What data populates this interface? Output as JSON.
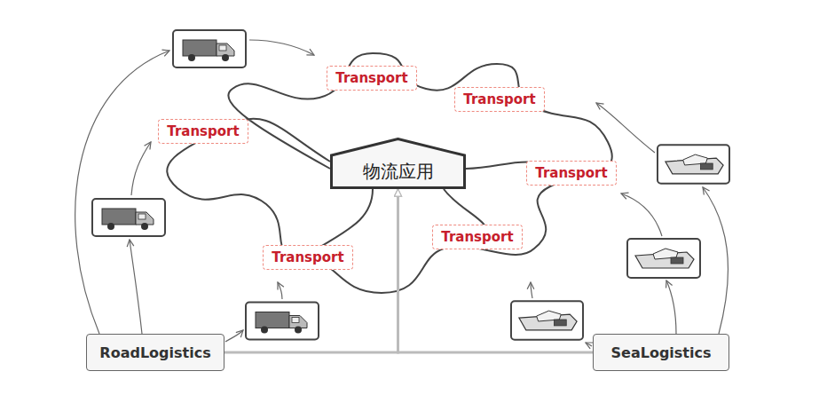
{
  "diagram": {
    "nodes": [
      {
        "text": [
          "Transport"
        ]
      },
      {
        "text": [
          "Transport"
        ]
      },
      {
        "text": [
          "Transport"
        ]
      },
      {
        "text": [
          "物流应用"
        ]
      },
      {
        "text": [
          "Transport"
        ]
      },
      {
        "text": [
          "Transport"
        ]
      },
      {
        "text": [
          "Transport"
        ]
      },
      {
        "text": [
          "RoadLogistics"
        ]
      },
      {
        "text": [
          "SeaLogistics"
        ]
      }
    ],
    "edges": [
      {
        "from": 7,
        "to": 3,
        "arrow": "to"
      },
      {
        "from": 8,
        "to": 3,
        "arrow": "to"
      }
    ]
  }
}
